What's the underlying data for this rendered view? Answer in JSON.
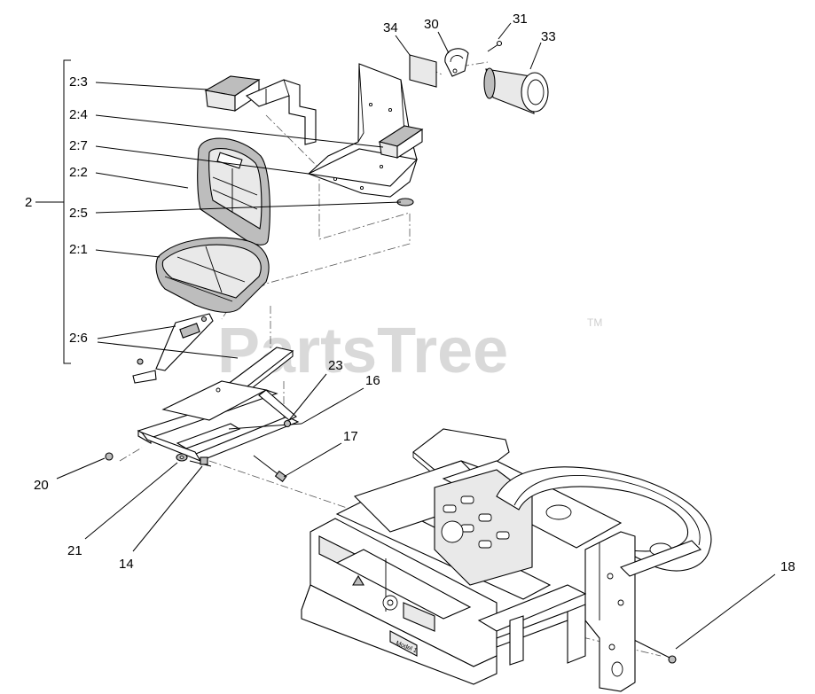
{
  "watermark": {
    "text": "PartsTree",
    "trademark": "TM"
  },
  "labels": {
    "l2": "2",
    "l2_3": "2:3",
    "l2_4": "2:4",
    "l2_7": "2:7",
    "l2_2": "2:2",
    "l2_5": "2:5",
    "l2_1": "2:1",
    "l2_6": "2:6",
    "l34": "34",
    "l30": "30",
    "l31": "31",
    "l33": "33",
    "l23": "23",
    "l16": "16",
    "l17": "17",
    "l20": "20",
    "l21": "21",
    "l14": "14",
    "l18": "18"
  },
  "plate_text": "Model 1"
}
